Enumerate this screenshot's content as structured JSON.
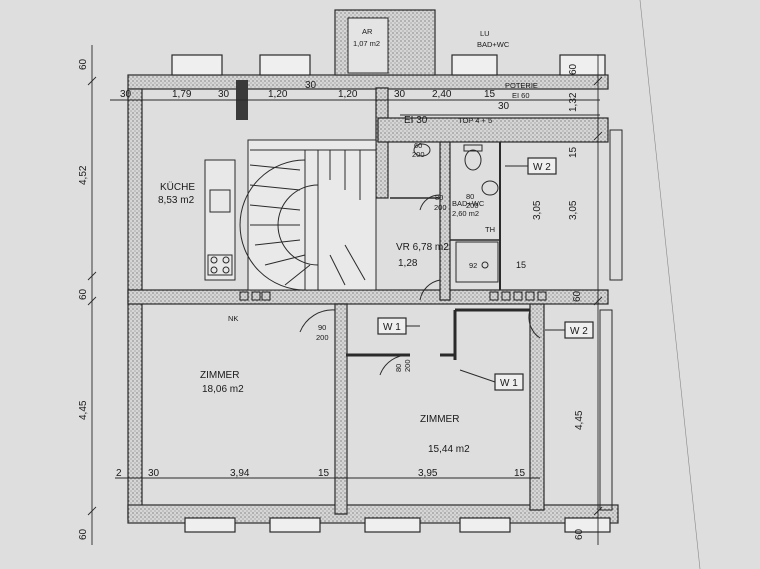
{
  "rooms": {
    "kueche": {
      "name": "KÜCHE",
      "area": "8,53 m2"
    },
    "zimmer1": {
      "name": "ZIMMER",
      "area": "18,06 m2"
    },
    "zimmer2": {
      "name": "ZIMMER",
      "area": "15,44 m2"
    },
    "bad": {
      "name": "BAD+WC",
      "area": "2,60 m2"
    },
    "vr": {
      "name": "VR 6,78 m2"
    },
    "ar": {
      "name": "AR",
      "area": "1,07 m2"
    },
    "lu": {
      "name": "LU",
      "sub": "BAD+WC"
    },
    "poterie": {
      "name": "POTERIE",
      "area": "EI 60"
    },
    "ei30": {
      "name": "EI 30"
    },
    "top": {
      "name": "TOP 4 + 5"
    },
    "nk": {
      "name": "NK"
    },
    "th": {
      "name": "TH"
    }
  },
  "wall_tags": {
    "w1a": "W 1",
    "w1b": "W 1",
    "w2a": "W 2",
    "w2b": "W 2"
  },
  "dims": {
    "top_row": [
      "30",
      "1,79",
      "30",
      "1,20",
      "30",
      "1,20",
      "30",
      "2,40",
      "15",
      "30"
    ],
    "bottom_row": [
      "2",
      "30",
      "3,94",
      "15",
      "3,95",
      "15"
    ],
    "left_col": [
      "60",
      "4,52",
      "60",
      "4,45",
      "60"
    ],
    "right_col": [
      "60",
      "1,32",
      "15",
      "3,05",
      "3,05",
      "60",
      "4,45",
      "60"
    ],
    "misc": [
      "1,28",
      "15",
      "92",
      "90",
      "200",
      "80",
      "200",
      "80",
      "200",
      "60",
      "200",
      "80",
      "200"
    ]
  }
}
